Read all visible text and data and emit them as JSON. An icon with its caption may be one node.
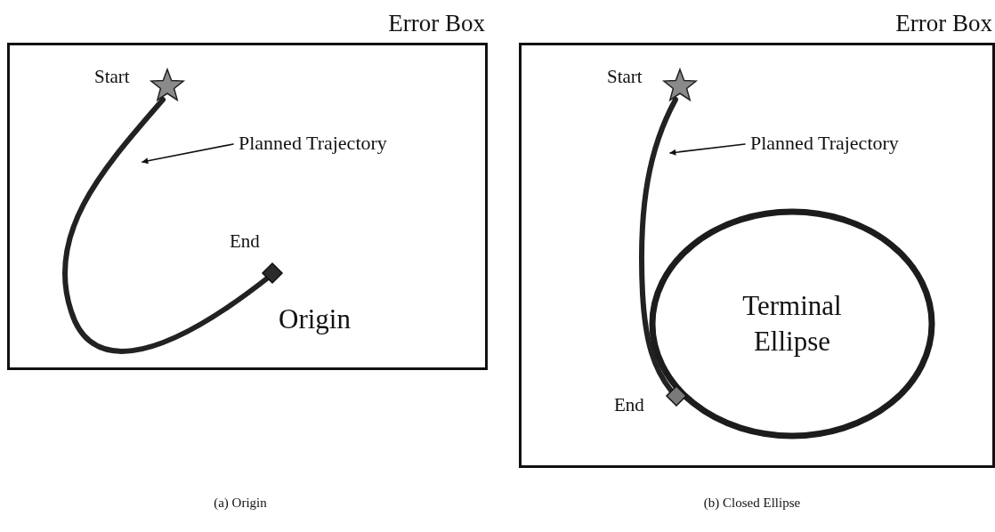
{
  "diagram": {
    "nodes": [
      {
        "text": [
          "Error Box"
        ]
      },
      {
        "text": [
          "Start"
        ],
        "in": 0
      },
      {
        "text": [
          "End"
        ],
        "in": 0
      },
      {
        "text": [
          "Planned Trajectory"
        ],
        "in": 0
      },
      {
        "text": [
          "Error Box"
        ]
      },
      {
        "text": [
          "Start"
        ],
        "in": 4
      },
      {
        "text": [
          "Planned Trajectory"
        ],
        "in": 4
      },
      {
        "text": [
          "Terminal Ellipse"
        ],
        "in": 4
      },
      {
        "text": [
          "End"
        ],
        "in": 4
      }
    ],
    "edges": [
      {
        "from": 1,
        "to": 2,
        "arrow": "none",
        "style": "thick"
      },
      {
        "from": 3,
        "to": null,
        "arrow": "to"
      },
      {
        "from": 5,
        "to": 8,
        "arrow": "none",
        "style": "thick"
      },
      {
        "from": 6,
        "to": null,
        "arrow": "to"
      }
    ],
    "labels": [
      "Origin",
      "(a) Origin",
      "(b) Closed Ellipse"
    ]
  }
}
